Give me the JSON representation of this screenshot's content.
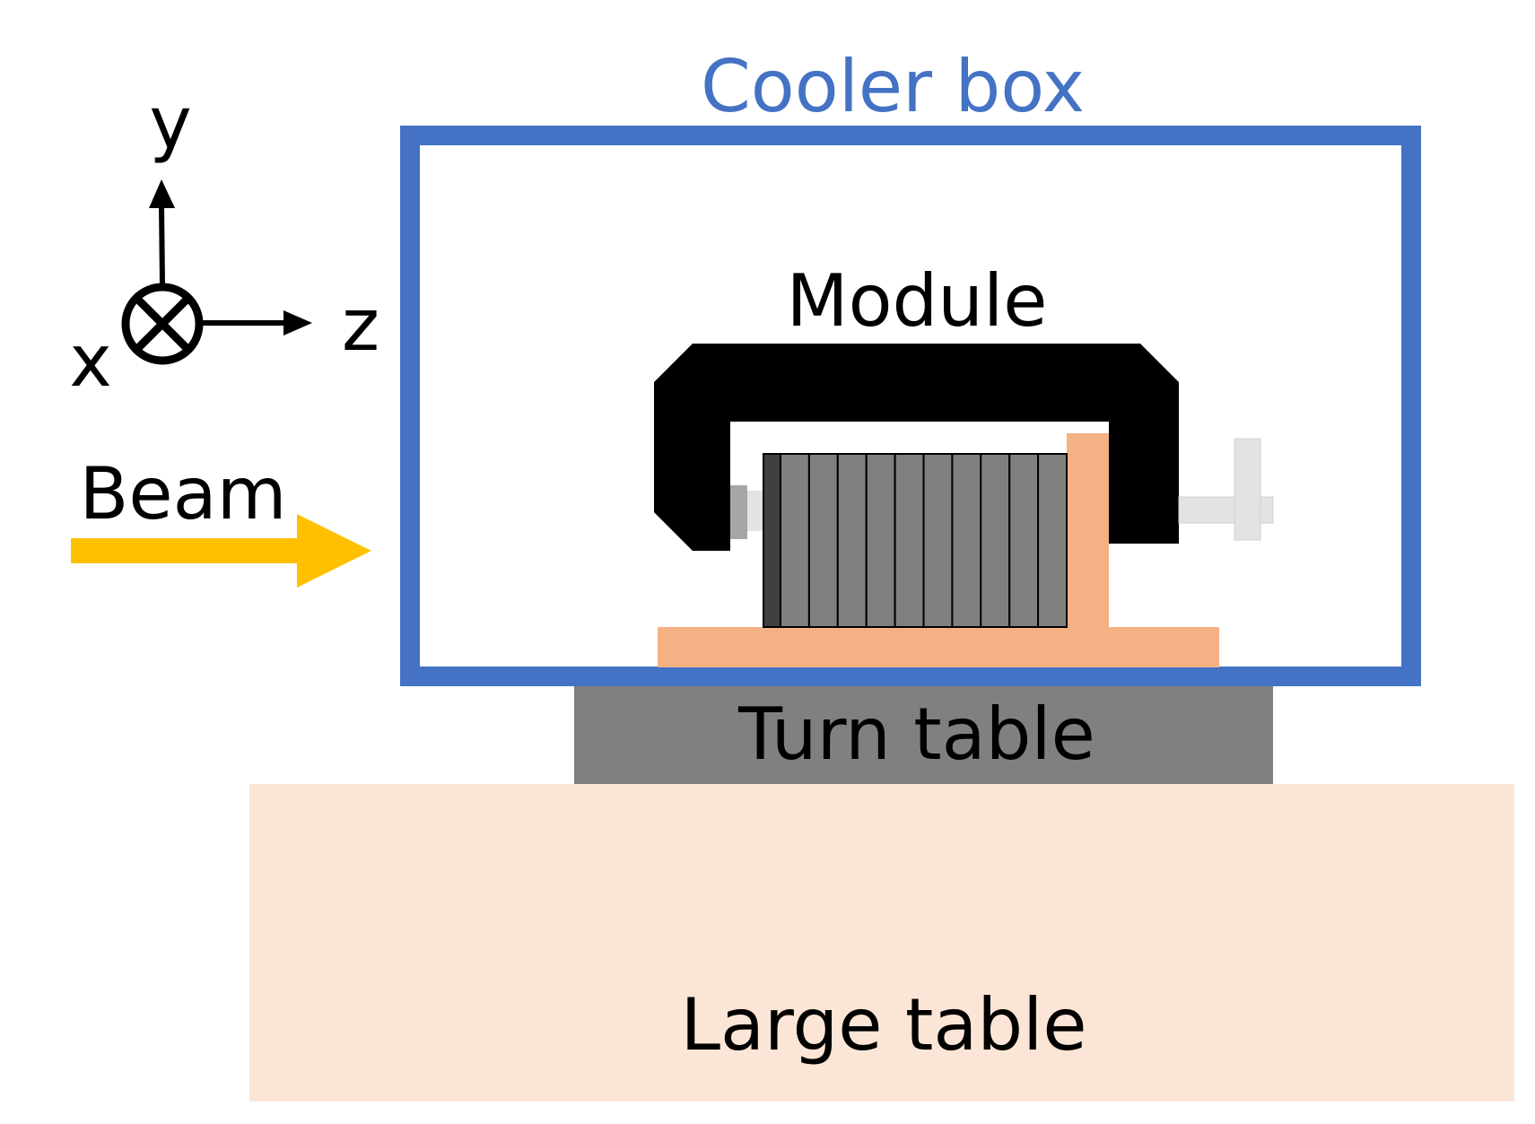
{
  "labels": {
    "cooler_box": "Cooler box",
    "module": "Module",
    "turn_table": "Turn table",
    "large_table": "Large table",
    "beam": "Beam",
    "axis_x": "x",
    "axis_y": "y",
    "axis_z": "z"
  },
  "colors": {
    "cooler_box": "#4472C4",
    "beam": "#FFC000",
    "module_frame": "#000000",
    "module_plates": "#808080",
    "support": "#F4B183",
    "turn_table": "#808080",
    "large_table": "#FBE5D6",
    "adjuster": "#E3E3E3",
    "adjuster_dark": "#A6A6A6"
  },
  "module": {
    "plate_count": 10
  }
}
